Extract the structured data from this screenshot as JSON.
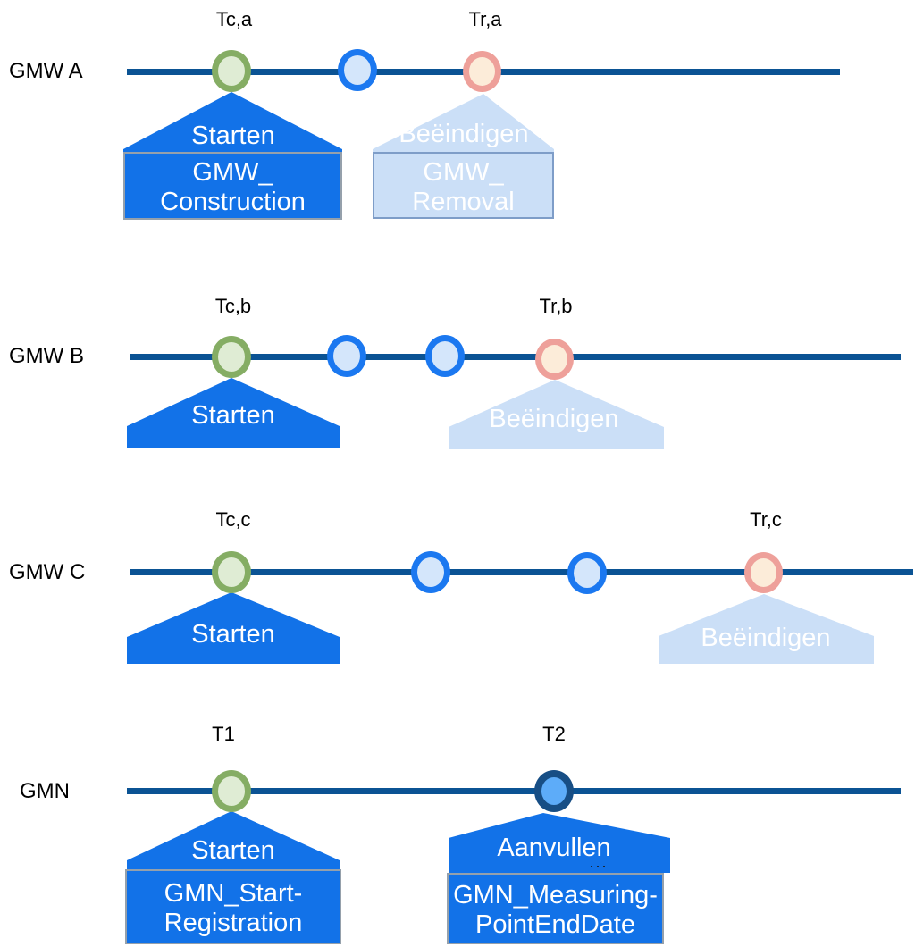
{
  "colors": {
    "timeline": "#0b5394",
    "event_construction_border": "#85ad64",
    "event_construction_fill": "#dfecd4",
    "event_intermediate_border": "#1b78f0",
    "event_intermediate_fill": "#d4e6fb",
    "event_removal_border": "#eea09a",
    "event_removal_fill": "#fcecd9",
    "event_gmn_end_border": "#174e85",
    "event_gmn_end_fill": "#5dacf9",
    "callout_dark_fill": "#1272e8",
    "callout_dark_box_border": "#95a0ab",
    "callout_light_fill": "#cbdff7",
    "callout_light_box_border": "#7e9dc8",
    "callout_text": "#ffffff",
    "label_text": "#000000"
  },
  "rows": [
    {
      "id": "gmw-a",
      "label": "GMW A",
      "events": [
        {
          "color": "green",
          "time_label": "Tc,a"
        },
        {
          "color": "blue"
        },
        {
          "color": "pink",
          "time_label": "Tr,a"
        }
      ],
      "callouts": [
        {
          "style": "dark",
          "title": "Starten",
          "lines": [
            "GMW_",
            "Construction"
          ]
        },
        {
          "style": "light",
          "title": "Beëindigen",
          "lines": [
            "GMW_",
            "Removal"
          ]
        }
      ]
    },
    {
      "id": "gmw-b",
      "label": "GMW B",
      "events": [
        {
          "color": "green",
          "time_label": "Tc,b"
        },
        {
          "color": "blue"
        },
        {
          "color": "blue"
        },
        {
          "color": "pink",
          "time_label": "Tr,b"
        }
      ],
      "callouts": [
        {
          "style": "dark",
          "title": "Starten"
        },
        {
          "style": "light",
          "title": "Beëindigen"
        }
      ]
    },
    {
      "id": "gmw-c",
      "label": "GMW C",
      "events": [
        {
          "color": "green",
          "time_label": "Tc,c"
        },
        {
          "color": "blue"
        },
        {
          "color": "blue"
        },
        {
          "color": "pink",
          "time_label": "Tr,c"
        }
      ],
      "callouts": [
        {
          "style": "dark",
          "title": "Starten"
        },
        {
          "style": "light",
          "title": "Beëindigen"
        }
      ]
    },
    {
      "id": "gmn",
      "label": "GMN",
      "events": [
        {
          "color": "green",
          "time_label": "T1"
        },
        {
          "color": "darkblue",
          "time_label": "T2"
        }
      ],
      "callouts": [
        {
          "style": "dark",
          "title": "Starten",
          "lines": [
            "GMN_Start-",
            "Registration"
          ]
        },
        {
          "style": "dark",
          "title": "Aanvullen",
          "ellipsis": "...",
          "lines": [
            "GMN_Measuring-",
            "PointEndDate"
          ]
        }
      ]
    }
  ]
}
